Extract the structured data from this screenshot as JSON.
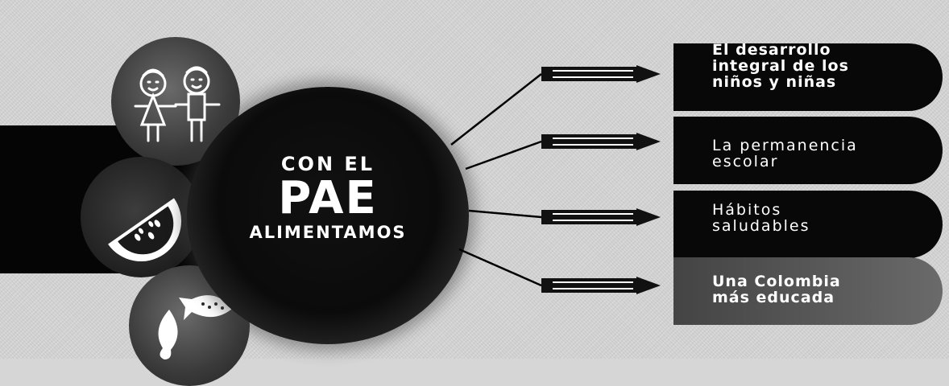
{
  "center": {
    "line1": "CON EL",
    "line2": "PAE",
    "line3": "ALIMENTAMOS"
  },
  "items": [
    {
      "lines": [
        "El desarrollo",
        "integral de los",
        "niños y niñas"
      ]
    },
    {
      "lines": [
        "La permanencia",
        "escolar"
      ]
    },
    {
      "lines": [
        "Hábitos",
        "saludables"
      ]
    },
    {
      "lines": [
        "Una Colombia",
        "más educada"
      ]
    }
  ],
  "icons": [
    "children-icon",
    "watermelon-icon",
    "fish-icon"
  ],
  "colors": {
    "background": "#d6d6d6",
    "dark": "#080808",
    "text": "#ffffff"
  }
}
